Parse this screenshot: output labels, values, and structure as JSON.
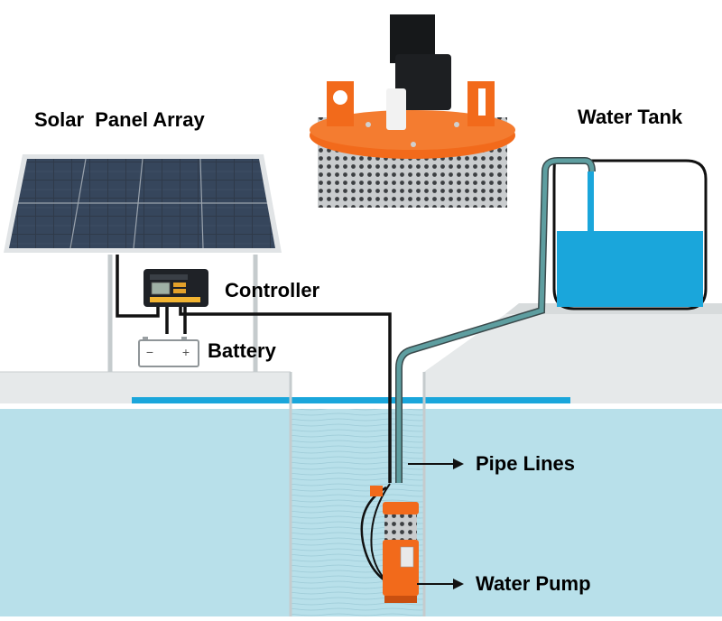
{
  "labels": {
    "solar_panel": "Solar  Panel Array",
    "controller": "Controller",
    "battery": "Battery",
    "water_tank": "Water Tank",
    "pipe_lines": "Pipe Lines",
    "water_pump": "Water Pump"
  },
  "battery_terminals": {
    "negative": "−",
    "positive": "+"
  },
  "colors": {
    "water": "#b8e0ea",
    "tank_water": "#1aa6db",
    "pipe": "#5e9ea0",
    "pump_orange": "#f26a1b",
    "ground": "#e6e9ea",
    "cable": "#111111"
  }
}
